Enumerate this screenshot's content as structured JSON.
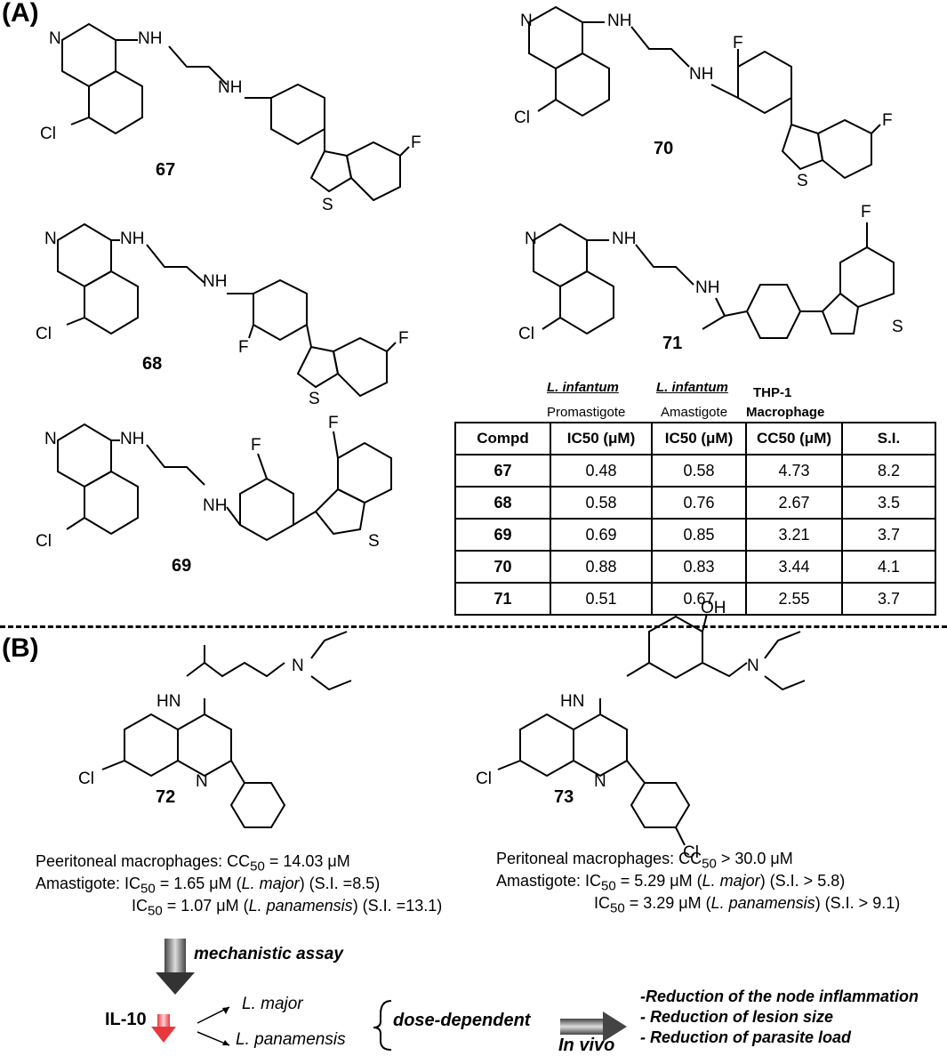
{
  "panel_a": {
    "label": "(A)"
  },
  "panel_b": {
    "label": "(B)"
  },
  "compounds": {
    "c67": "67",
    "c68": "68",
    "c69": "69",
    "c70": "70",
    "c71": "71",
    "c72": "72",
    "c73": "73"
  },
  "atoms": {
    "N": "N",
    "NH": "NH",
    "HN": "HN",
    "Cl": "Cl",
    "F": "F",
    "S": "S",
    "OH": "OH"
  },
  "table": {
    "header_top": {
      "col1": "L. infantum",
      "col2": "L. infantum",
      "col3": "THP-1"
    },
    "header_sub": {
      "col1": "Promastigote",
      "col2": "Amastigote",
      "col3": "Macrophage"
    },
    "columns": [
      "Compd",
      "IC50 (μM)",
      "IC50 (μM)",
      "CC50 (μM)",
      "S.I."
    ],
    "rows": [
      {
        "compd": "67",
        "ic50_pro": "0.48",
        "ic50_ama": "0.58",
        "cc50": "4.73",
        "si": "8.2"
      },
      {
        "compd": "68",
        "ic50_pro": "0.58",
        "ic50_ama": "0.76",
        "cc50": "2.67",
        "si": "3.5"
      },
      {
        "compd": "69",
        "ic50_pro": "0.69",
        "ic50_ama": "0.85",
        "cc50": "3.21",
        "si": "3.7"
      },
      {
        "compd": "70",
        "ic50_pro": "0.88",
        "ic50_ama": "0.83",
        "cc50": "3.44",
        "si": "4.1"
      },
      {
        "compd": "71",
        "ic50_pro": "0.51",
        "ic50_ama": "0.67",
        "cc50": "2.55",
        "si": "3.7"
      }
    ]
  },
  "c72_info": {
    "line1_prefix": "Peeritoneal macrophages: CC",
    "line1_sub": "50",
    "line1_suffix": " = 14.03 μM",
    "line2_prefix": "Amastigote: IC",
    "line2_sub": "50",
    "line2_mid": " = 1.65 μM (",
    "line2_species": "L. major",
    "line2_suffix": ")  (S.I. =8.5)",
    "line3_prefix": "IC",
    "line3_sub": "50",
    "line3_mid": " = 1.07 μM (",
    "line3_species": "L. panamensis",
    "line3_suffix": ")  (S.I. =13.1)"
  },
  "c73_info": {
    "line1_prefix": "Peritoneal macrophages: CC",
    "line1_sub": "50",
    "line1_suffix": " > 30.0 μM",
    "line2_prefix": "Amastigote: IC",
    "line2_sub": "50",
    "line2_mid": " = 5.29 μM (",
    "line2_species": "L. major",
    "line2_suffix": ")  (S.I. > 5.8)",
    "line3_prefix": "IC",
    "line3_sub": "50",
    "line3_mid": " = 3.29 μM (",
    "line3_species": "L. panamensis",
    "line3_suffix": ")  (S.I. > 9.1)"
  },
  "mechanism": {
    "assay_label": "mechanistic assay",
    "marker": "IL-10",
    "species1": "L. major",
    "species2": "L. panamensis",
    "dose_label": "dose-dependent",
    "invivo_label": "In vivo",
    "results": [
      "-Reduction of the node inflammation",
      "- Reduction of lesion size",
      "- Reduction of parasite load"
    ]
  },
  "colors": {
    "down_arrow": "#e8383d",
    "grey_arrow": "#777777"
  }
}
